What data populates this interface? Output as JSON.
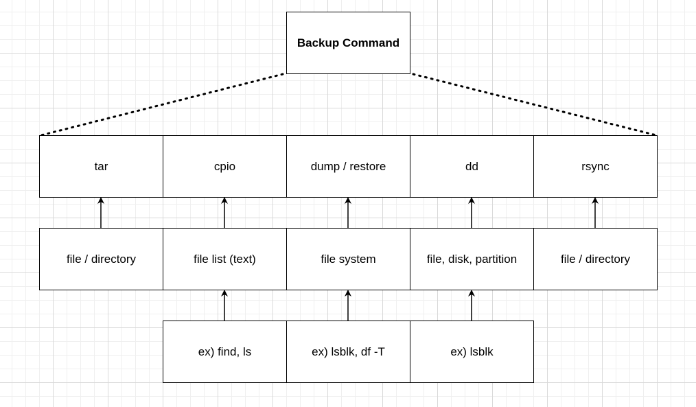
{
  "root": {
    "label": "Backup Command"
  },
  "commands": [
    "tar",
    "cpio",
    "dump / restore",
    "dd",
    "rsync"
  ],
  "targets": [
    "file / directory",
    "file list (text)",
    "file system",
    "file, disk, partition",
    "file / directory"
  ],
  "examples": [
    "ex) find, ls",
    "ex) lsblk, df -T",
    "ex) lsblk"
  ],
  "colors": {
    "line": "#000000",
    "box_fill": "#ffffff",
    "grid": "#d9d9d9"
  }
}
